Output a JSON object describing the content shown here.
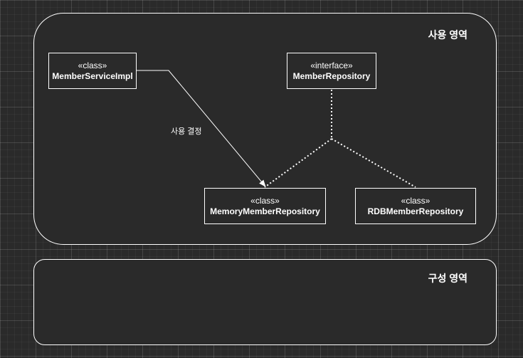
{
  "areas": {
    "use_area": {
      "title": "사용 영역"
    },
    "config_area": {
      "title": "구성 영역"
    }
  },
  "nodes": {
    "member_service_impl": {
      "stereotype": "«class»",
      "name": "MemberServiceImpl"
    },
    "member_repository": {
      "stereotype": "«interface»",
      "name": "MemberRepository"
    },
    "memory_member_repository": {
      "stereotype": "«class»",
      "name": "MemoryMemberRepository"
    },
    "rdb_member_repository": {
      "stereotype": "«class»",
      "name": "RDBMemberRepository"
    }
  },
  "edges": [
    {
      "from": "member_service_impl",
      "to": "memory_member_repository",
      "style": "solid-arrow",
      "label": "사용 결정"
    },
    {
      "from": "memory_member_repository",
      "to": "member_repository",
      "style": "dotted"
    },
    {
      "from": "rdb_member_repository",
      "to": "member_repository",
      "style": "dotted"
    }
  ],
  "colors": {
    "background": "#2a2a2a",
    "stroke": "#ffffff",
    "text": "#ffffff"
  }
}
